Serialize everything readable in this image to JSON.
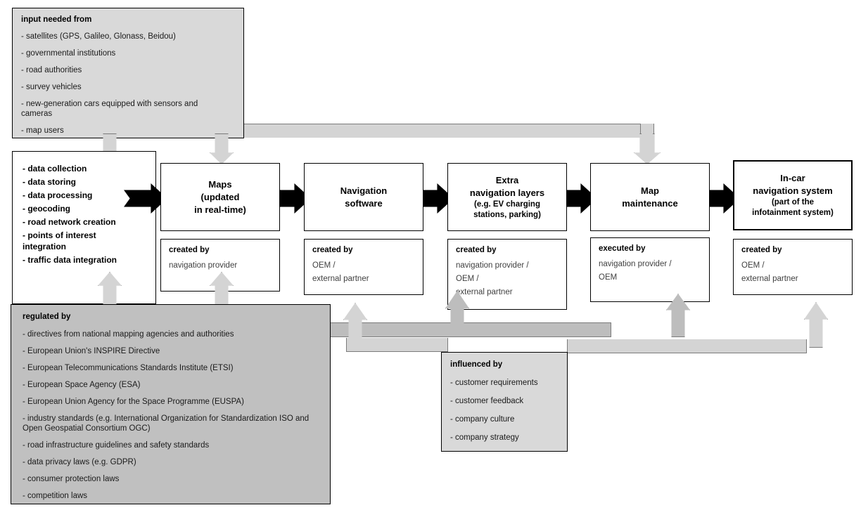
{
  "input_box": {
    "title": "input needed from",
    "items": [
      "- satellites (GPS, Galileo, Glonass, Beidou)",
      "- governmental  institutions",
      "- road authorities",
      "- survey vehicles",
      "- new-generation  cars equipped with sensors and cameras",
      "- map users"
    ]
  },
  "process_box": {
    "items": [
      "- data collection",
      "- data storing",
      "- data processing",
      "- geocoding",
      "- road network creation",
      "- points of interest integration",
      "- traffic data integration"
    ]
  },
  "stages": [
    {
      "title_lines": [
        "Maps",
        "(updated",
        "in real-time)"
      ],
      "title_main_count": 1,
      "role_label": "created by",
      "role_values": [
        "navigation provider"
      ]
    },
    {
      "title_lines": [
        "Navigation",
        "software"
      ],
      "title_main_count": 2,
      "role_label": "created by",
      "role_values": [
        "OEM /",
        "external partner"
      ]
    },
    {
      "title_lines": [
        "Extra",
        "navigation layers",
        "(e.g. EV charging",
        "stations, parking)"
      ],
      "title_main_count": 2,
      "role_label": "created by",
      "role_values": [
        "navigation provider /",
        "OEM /",
        "external partner"
      ]
    },
    {
      "title_lines": [
        "Map",
        "maintenance"
      ],
      "title_main_count": 2,
      "role_label": "executed by",
      "role_values": [
        "navigation provider /",
        "OEM"
      ]
    },
    {
      "title_lines": [
        "In-car",
        "navigation system",
        "(part of the",
        "infotainment system)"
      ],
      "title_main_count": 2,
      "role_label": "created by",
      "role_values": [
        "OEM /",
        "external partner"
      ]
    }
  ],
  "regulated_box": {
    "title": "regulated by",
    "items": [
      "- directives from national mapping agencies and authorities",
      "- European Union's INSPIRE Directive",
      "- European Telecommunications Standards Institute (ETSI)",
      "- European Space Agency  (ESA)",
      "- European Union Agency  for the  Space Programme (EUSPA)",
      "- industry standards (e.g. International Organization for Standardization ISO and Open  Geospatial Consortium OGC)",
      "- road infrastructure guidelines and safety standards",
      "- data privacy laws (e.g. GDPR)",
      "- consumer protection laws",
      "- competition laws"
    ]
  },
  "influenced_box": {
    "title": "influenced by",
    "items": [
      "- customer requirements",
      "- customer feedback",
      "- company culture",
      "- company strategy"
    ]
  },
  "colors": {
    "light_grey": "#d9d9d9",
    "mid_grey": "#c0c0c0",
    "arrow_grey": "#d4d4d4",
    "arrow_grey_dark": "#bdbdbd",
    "outline": "#7b7b7b",
    "black": "#000000"
  }
}
